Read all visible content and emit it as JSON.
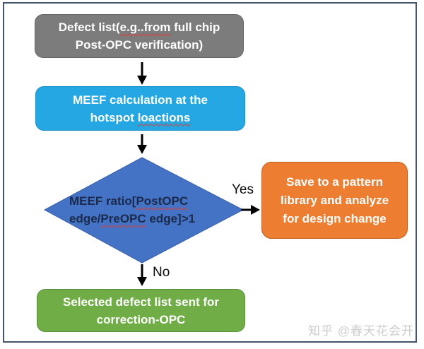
{
  "page": {
    "background_color": "#ffffff",
    "frame_border_color": "#44546A"
  },
  "labels": {
    "yes": "Yes",
    "no": "No"
  },
  "nodes": {
    "defect_list": {
      "type": "process",
      "fill": "#7C7C7C",
      "text_color": "#ffffff",
      "line1_pre": "Defect list(",
      "line1_typo": "e.g..from",
      "line1_post": " full chip",
      "line2": "Post-OPC verification)"
    },
    "meef_calc": {
      "type": "process",
      "fill": "#24A7E2",
      "text_color": "#ffffff",
      "line1": "MEEF calculation at the",
      "line2_pre": "hotspot ",
      "line2_typo": "loactions"
    },
    "meef_ratio_decision": {
      "type": "decision",
      "fill": "#4472C4",
      "text_color": "#1B2A4A",
      "line1_pre": "MEEF ratio[",
      "line1_typo": "PostOPC",
      "line2_pre": "edge/",
      "line2_typo": "PreOPC",
      "line2_post": " edge]>1"
    },
    "pattern_library": {
      "type": "process",
      "fill": "#ED7D31",
      "text_color": "#ffffff",
      "line1": "Save to a pattern",
      "line2": "library and analyze",
      "line3": "for design change"
    },
    "correction_opc": {
      "type": "process",
      "fill": "#70AD47",
      "text_color": "#ffffff",
      "line1": "Selected defect list sent for",
      "line2": "correction-OPC"
    }
  },
  "watermark": {
    "text": "知乎 @春天花会开",
    "color": "#cccccc"
  }
}
